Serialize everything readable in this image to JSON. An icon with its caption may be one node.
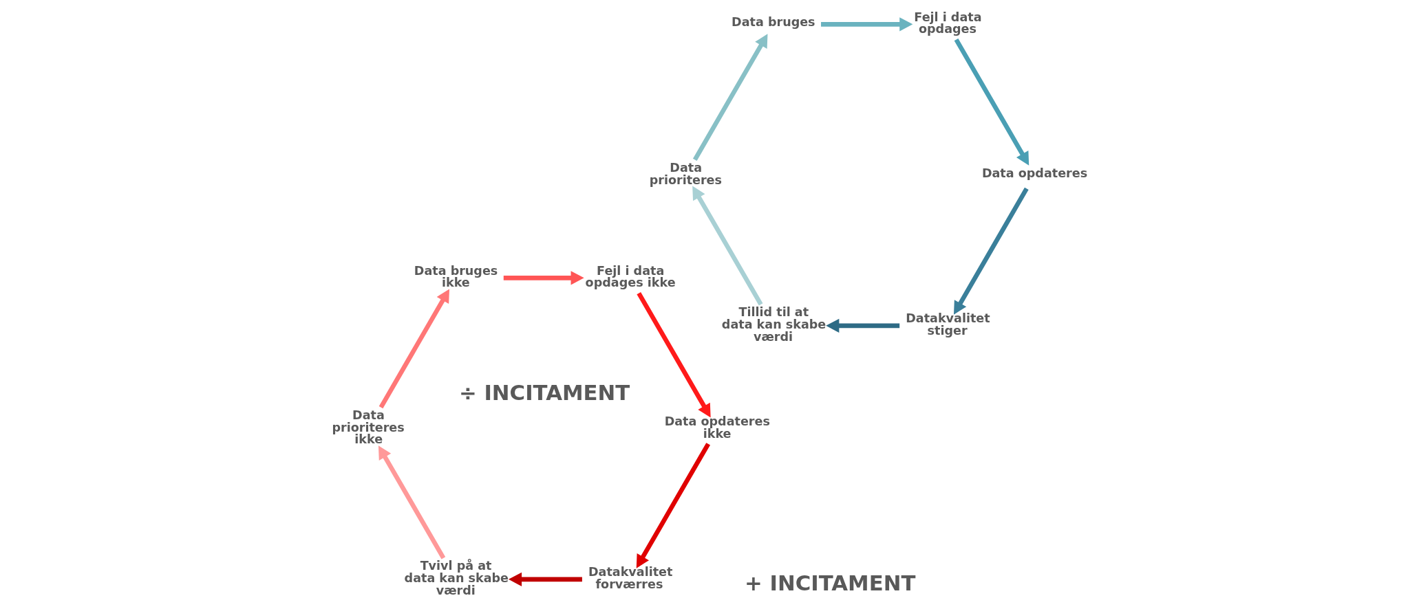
{
  "diagram": {
    "nodes": [
      {
        "text": [
          "Datakvalitet forværres"
        ]
      },
      {
        "text": [
          "Tvivl på at data kan skabe værdi"
        ]
      },
      {
        "text": [
          "Data prioriteres ikke"
        ]
      },
      {
        "text": [
          "Data bruges ikke"
        ]
      },
      {
        "text": [
          "Fejl i data opdages ikke"
        ]
      },
      {
        "text": [
          "Data opdateres ikke"
        ]
      },
      {
        "text": [
          "Datakvalitet stiger"
        ]
      },
      {
        "text": [
          "Tillid til at data kan skabe værdi"
        ]
      },
      {
        "text": [
          "Data prioriteres"
        ]
      },
      {
        "text": [
          "Data bruges"
        ]
      },
      {
        "text": [
          "Fejl i data opdages"
        ]
      },
      {
        "text": [
          "Data opdateres"
        ]
      }
    ],
    "edges": [
      {
        "from": 0,
        "to": 1,
        "arrow": "to",
        "color": "#c00000"
      },
      {
        "from": 1,
        "to": 2,
        "arrow": "to",
        "color": "#ff9999"
      },
      {
        "from": 2,
        "to": 3,
        "arrow": "to",
        "color": "#ff7777"
      },
      {
        "from": 3,
        "to": 4,
        "arrow": "to",
        "color": "#ff5555"
      },
      {
        "from": 4,
        "to": 5,
        "arrow": "to",
        "color": "#ff1a1a"
      },
      {
        "from": 5,
        "to": 0,
        "arrow": "to",
        "color": "#e00000"
      },
      {
        "from": 6,
        "to": 7,
        "arrow": "to",
        "color": "#2e6b85"
      },
      {
        "from": 7,
        "to": 8,
        "arrow": "to",
        "color": "#a8d0d4"
      },
      {
        "from": 8,
        "to": 9,
        "arrow": "to",
        "color": "#88c0c6"
      },
      {
        "from": 9,
        "to": 10,
        "arrow": "to",
        "color": "#6ab3bf"
      },
      {
        "from": 10,
        "to": 11,
        "arrow": "to",
        "color": "#4a9fb4"
      },
      {
        "from": 11,
        "to": 6,
        "arrow": "to",
        "color": "#3a7f9a"
      }
    ],
    "labels": [
      "÷ INCITAMENT",
      "+ INCITAMENT"
    ]
  }
}
